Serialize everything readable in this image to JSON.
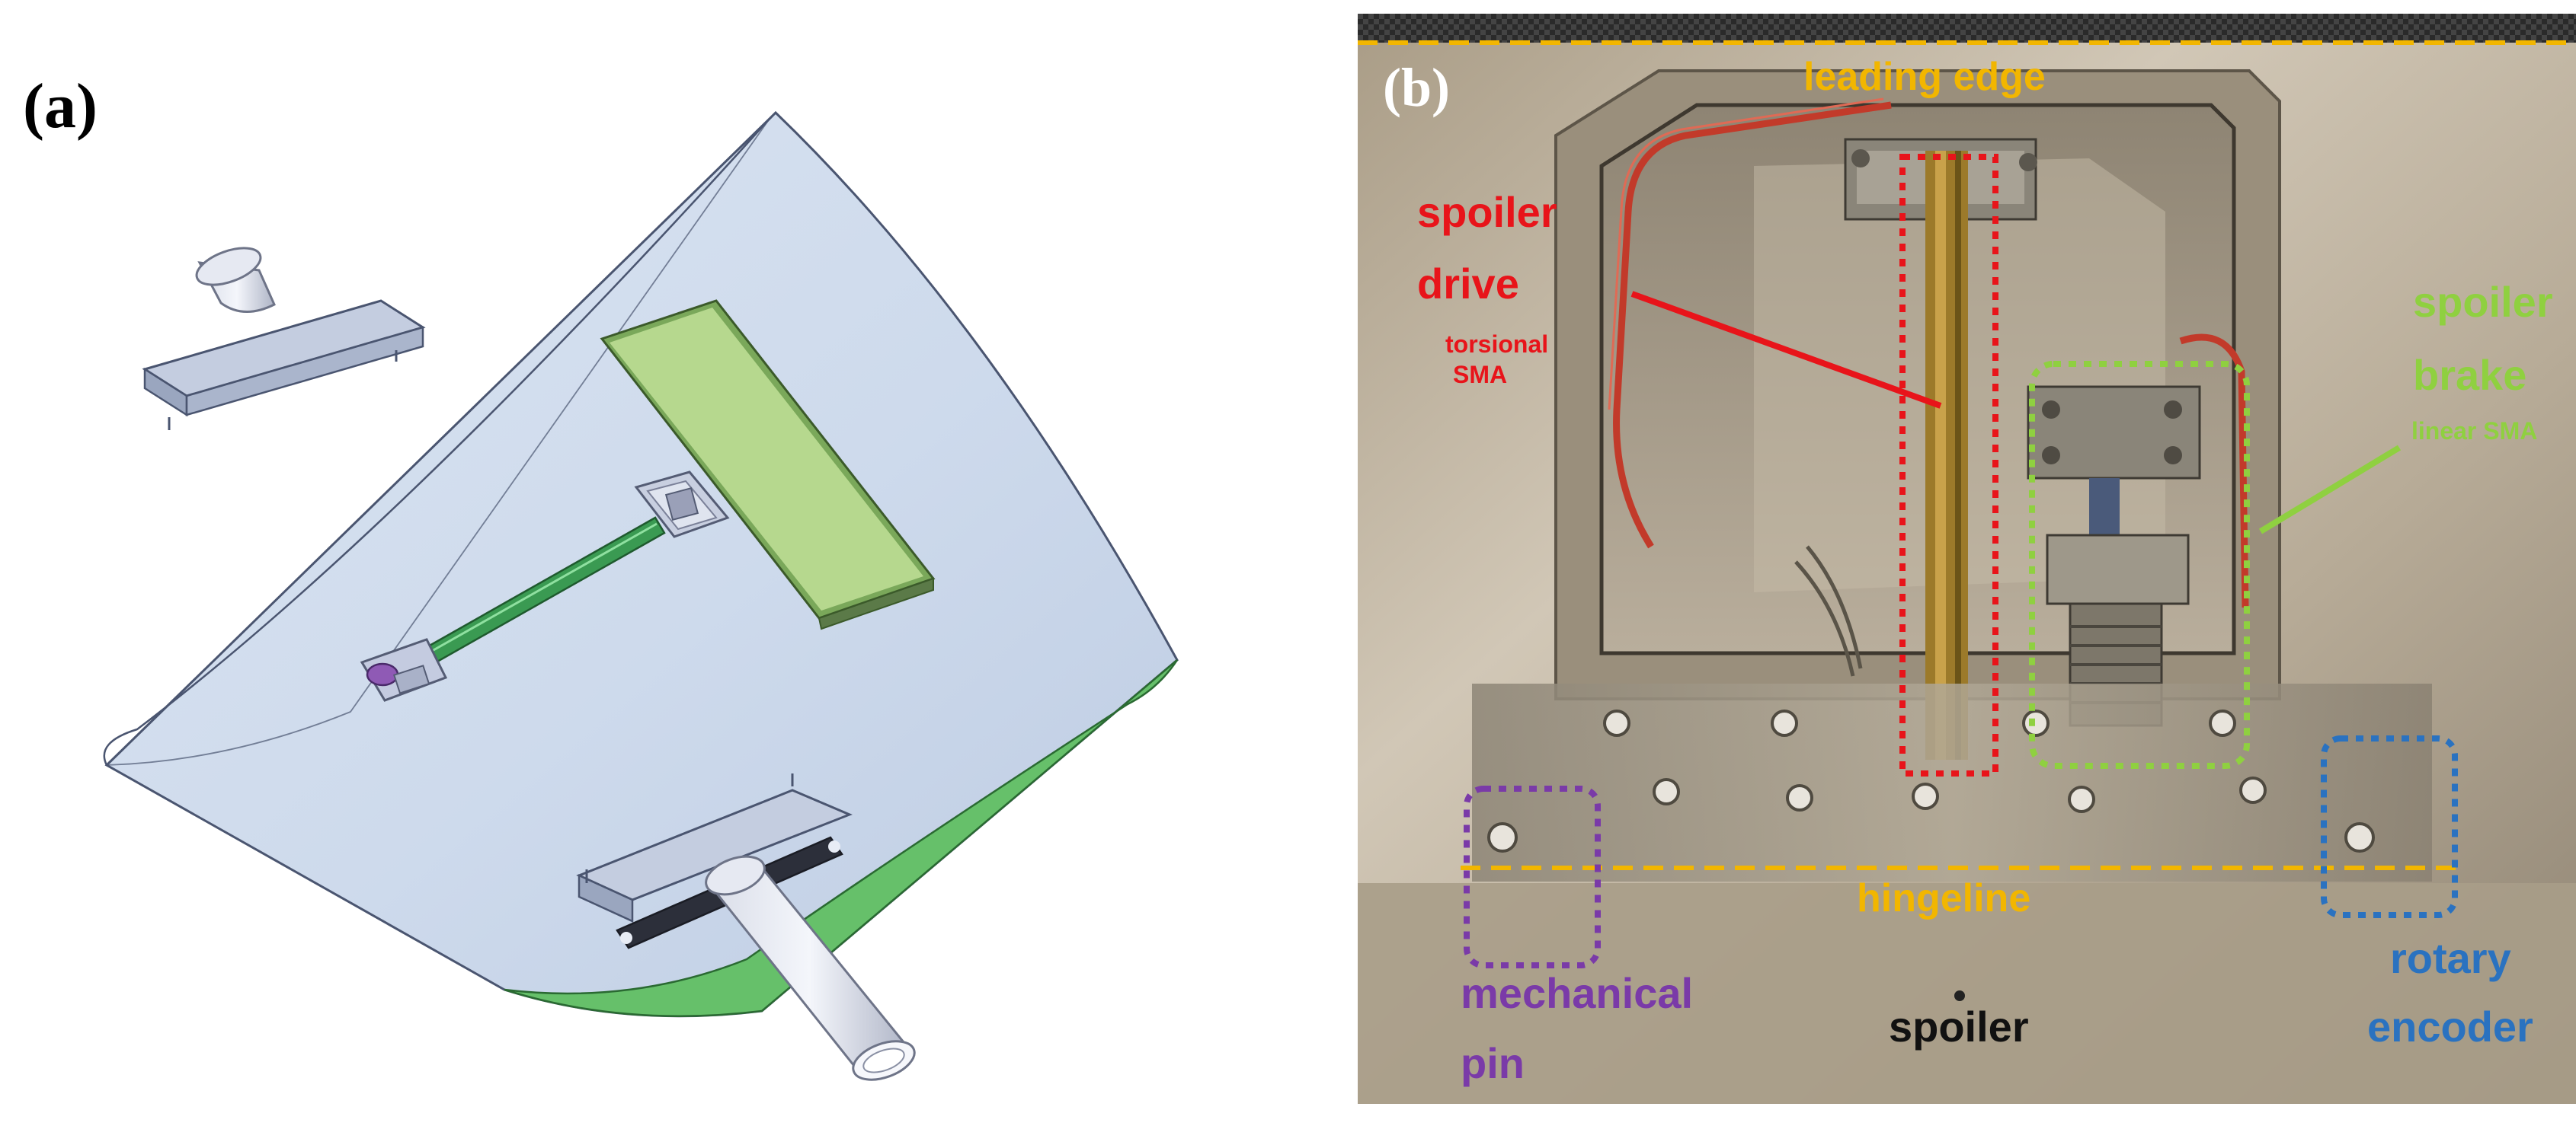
{
  "panel_a": {
    "letter": "(a)"
  },
  "panel_b": {
    "letter": "(b)",
    "labels": {
      "leading_edge": "leading edge",
      "spoiler_drive_line1": "spoiler",
      "spoiler_drive_line2": "drive",
      "spoiler_drive_sub1": "torsional",
      "spoiler_drive_sub2": "SMA",
      "spoiler_brake_line1": "spoiler",
      "spoiler_brake_line2": "brake",
      "spoiler_brake_sub": "linear SMA",
      "hingeline": "hingeline",
      "mechanical_pin_line1": "mechanical",
      "mechanical_pin_line2": "pin",
      "spoiler": "spoiler",
      "rotary_encoder_line1": "rotary",
      "rotary_encoder_line2": "encoder"
    },
    "colors": {
      "leading_edge": "#f2b600",
      "spoiler_drive": "#e8141a",
      "spoiler_brake": "#8fd040",
      "hingeline": "#f2b600",
      "mechanical_pin": "#7a3aa8",
      "spoiler": "#111111",
      "rotary_encoder": "#2a72c0"
    }
  }
}
